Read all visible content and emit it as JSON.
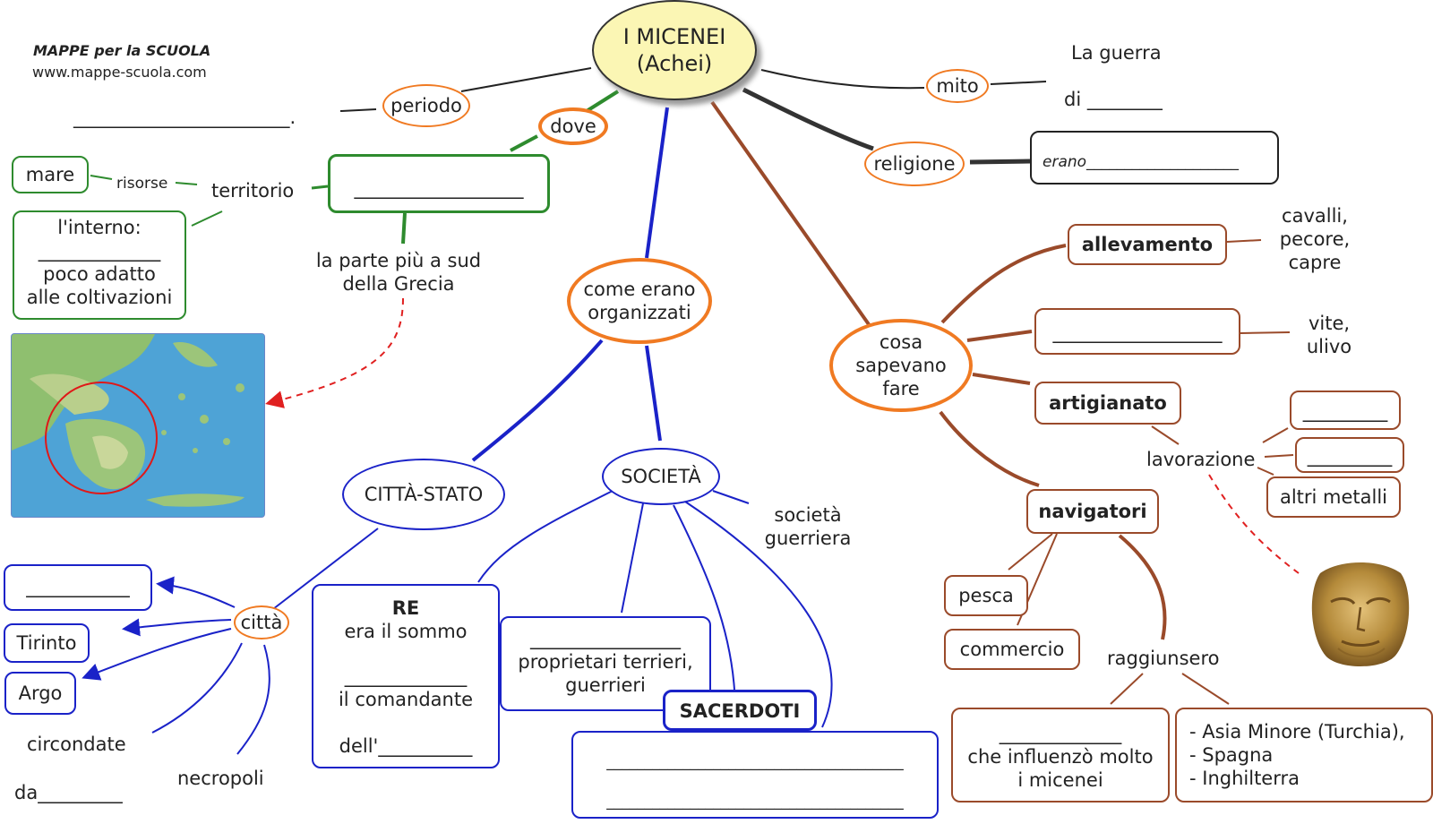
{
  "header": {
    "brand": "MAPPE per la SCUOLA",
    "website": "www.mappe-scuola.com"
  },
  "center": {
    "line1": "I MICENEI",
    "line2": "(Achei)"
  },
  "periodo": {
    "label": "periodo",
    "blank": "_______________________."
  },
  "dove": {
    "label": "dove",
    "answer_blank": "__________________",
    "note_line1": "la parte più a sud",
    "note_line2": "della Grecia"
  },
  "territorio": {
    "label": "territorio",
    "risorse": "risorse",
    "mare": "mare",
    "interno_label": "l'interno:",
    "interno_blank": "_____________",
    "interno_line1": "poco adatto",
    "interno_line2": "alle coltivazioni"
  },
  "mito": {
    "label": "mito",
    "text_line1": "La guerra",
    "text_line2": "di ________"
  },
  "religione": {
    "label": "religione",
    "erano": "erano",
    "erano_blank": "____________________"
  },
  "organizzazione": {
    "label_line1": "come erano",
    "label_line2": "organizzati"
  },
  "citta_stato": {
    "label": "CITTÀ-STATO",
    "citta": "città",
    "blank_city": "___________",
    "tirinto": "Tirinto",
    "argo": "Argo",
    "circondate": "circondate",
    "da": "da_________",
    "necropoli": "necropoli"
  },
  "societa": {
    "label": "SOCIETÀ",
    "societa_guerriera_line1": "società",
    "societa_guerriera_line2": "guerriera",
    "re_title": "RE",
    "re_line1": "era il sommo",
    "re_blank": "_____________",
    "re_line2": "il comandante",
    "re_line3": "dell'__________",
    "prop_blank": "________________",
    "prop_line1": "proprietari terrieri,",
    "prop_line2": "guerrieri",
    "sacerdoti": "SACERDOTI",
    "bottom_blank1": "_______________________________________",
    "bottom_blank2": "_______________________________________"
  },
  "sapere": {
    "label_line1": "cosa",
    "label_line2": "sapevano",
    "label_line3": "fare",
    "allevamento": "allevamento",
    "animali_line1": "cavalli,",
    "animali_line2": "pecore,",
    "animali_line3": "capre",
    "coltivazione_blank": "__________________",
    "piante_line1": "vite,",
    "piante_line2": "ulivo",
    "artigianato": "artigianato",
    "lavorazione": "lavorazione",
    "metal_blank1": "_________",
    "metal_blank2": "_________",
    "altri_metalli": "altri metalli",
    "navigatori": "navigatori",
    "pesca": "pesca",
    "commercio": "commercio",
    "raggiunsero": "raggiunsero",
    "influenza_blank": "_____________",
    "influenza_line1": "che influenzò molto",
    "influenza_line2": "i micenei",
    "luoghi_line1": "- Asia Minore (Turchia),",
    "luoghi_line2": "- Spagna",
    "luoghi_line3": "- Inghilterra"
  },
  "colors": {
    "orange": "#f07a22",
    "green": "#2e8b2e",
    "blue": "#1a22c8",
    "brown": "#9a4a2a",
    "center_fill": "#fbf6b4",
    "red_arrow": "#e02020"
  },
  "images": {
    "map": "map-of-greece-image",
    "mask": "gold-mask-of-agamemnon-image"
  }
}
